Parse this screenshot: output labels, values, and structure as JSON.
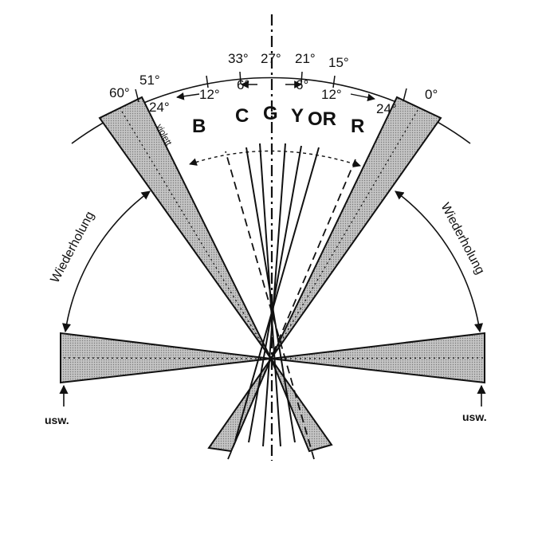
{
  "colors": {
    "ink": "#111111",
    "wedge_fill": "#b9b9b9",
    "background": "#ffffff"
  },
  "angles_top": [
    "33°",
    "27°",
    "21°",
    "15°"
  ],
  "angles_arc": {
    "a60": "60°",
    "a51": "51°",
    "a0": "0°",
    "a24_left": "24°",
    "a24_right": "24°"
  },
  "intervals": {
    "left12": "12°",
    "left6": "6°",
    "right6": "6°",
    "right12": "12°"
  },
  "colour_letters": [
    "B",
    "C",
    "G",
    "Y",
    "OR",
    "R"
  ],
  "violet_label": "violett",
  "repeat_label_left": "Wiederholung",
  "repeat_label_right": "Wiederholung",
  "etc_left": "usw.",
  "etc_right": "usw."
}
